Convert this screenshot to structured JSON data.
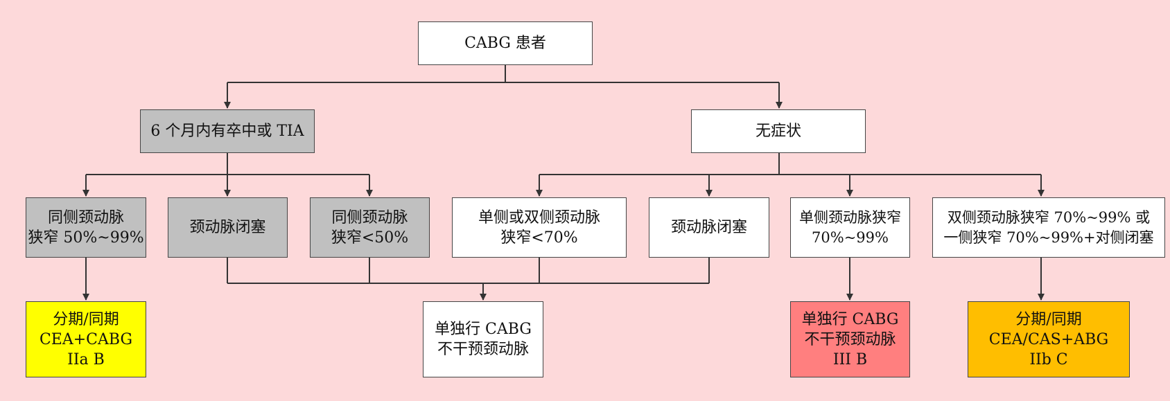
{
  "diagram": {
    "root": {
      "label": "CABG 患者"
    },
    "branch_symptomatic": {
      "label": "6 个月内有卒中或 TIA"
    },
    "branch_asymptomatic": {
      "label": "无症状"
    },
    "sym_ipsilateral_severe": {
      "lines": [
        "同侧颈动脉",
        "狭窄 50%~99%"
      ]
    },
    "sym_occlusion": {
      "label": "颈动脉闭塞"
    },
    "sym_ipsilateral_mild": {
      "lines": [
        "同侧颈动脉",
        "狭窄<50%"
      ]
    },
    "asym_mild": {
      "lines": [
        "单侧或双侧颈动脉",
        "狭窄<70%"
      ]
    },
    "asym_occlusion": {
      "label": "颈动脉闭塞"
    },
    "asym_unilateral_severe": {
      "lines": [
        "单侧颈动脉狭窄",
        "70%~99%"
      ]
    },
    "asym_bilateral_severe": {
      "lines": [
        "双侧颈动脉狭窄 70%~99% 或",
        "一侧狭窄 70%~99%+对侧闭塞"
      ]
    },
    "outcome_staged_cea": {
      "lines": [
        "分期/同期",
        "CEA+CABG",
        "IIa B"
      ]
    },
    "outcome_cabg_only": {
      "lines": [
        "单独行 CABG",
        "不干预颈动脉"
      ]
    },
    "outcome_cabg_only_3b": {
      "lines": [
        "单独行 CABG",
        "不干预颈动脉",
        "III B"
      ]
    },
    "outcome_staged_cas": {
      "lines": [
        "分期/同期",
        "CEA/CAS+ABG",
        "IIb C"
      ]
    }
  },
  "colors": {
    "background": "#fdd9da",
    "white_box": "#ffffff",
    "gray_box": "#c0c0c0",
    "yellow_box": "#ffff00",
    "red_box": "#ff7f7f",
    "orange_box": "#ffbe00",
    "line": "#333333"
  }
}
